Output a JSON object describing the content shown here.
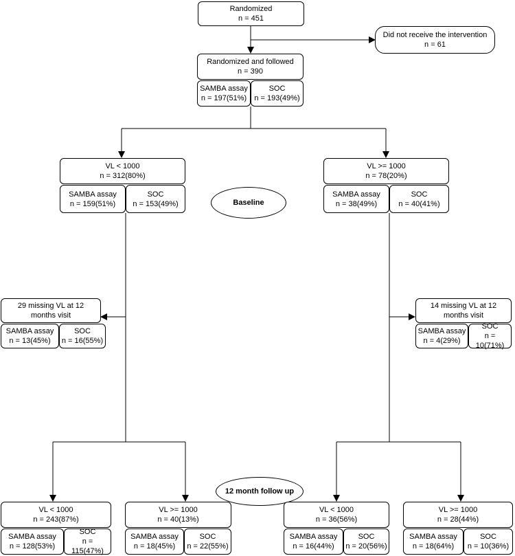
{
  "randomized": {
    "title": "Randomized",
    "n": "n = 451"
  },
  "not_received": {
    "title": "Did not receive the intervention",
    "n": "n  = 61"
  },
  "followed": {
    "title": "Randomized and followed",
    "n": "n = 390",
    "samba": "SAMBA assay",
    "samba_n": "n = 197(51%)",
    "soc": "SOC",
    "soc_n": "n = 193(49%)"
  },
  "baseline_label": "Baseline",
  "followup_label": "12 month follow up",
  "left_baseline": {
    "title": "VL < 1000",
    "n": "n = 312(80%)",
    "samba": "SAMBA assay",
    "samba_n": "n = 159(51%)",
    "soc": "SOC",
    "soc_n": "n = 153(49%)"
  },
  "right_baseline": {
    "title": "VL >= 1000",
    "n": "n = 78(20%)",
    "samba": "SAMBA assay",
    "samba_n": "n = 38(49%)",
    "soc": "SOC",
    "soc_n": "n = 40(41%)"
  },
  "left_missing": {
    "line1": "29 missing VL at 12",
    "line2": "months visit",
    "samba": "SAMBA assay",
    "samba_n": "n = 13(45%)",
    "soc": "SOC",
    "soc_n": "n = 16(55%)"
  },
  "right_missing": {
    "line1": "14 missing VL at 12",
    "line2": "months visit",
    "samba": "SAMBA assay",
    "samba_n": "n = 4(29%)",
    "soc": "SOC",
    "soc_n": "n = 10(71%)"
  },
  "fu1": {
    "title": "VL < 1000",
    "n": "n = 243(87%)",
    "samba": "SAMBA assay",
    "samba_n": "n = 128(53%)",
    "soc": "SOC",
    "soc_n": "n = 115(47%)"
  },
  "fu2": {
    "title": "VL >= 1000",
    "n": "n = 40(13%)",
    "samba": "SAMBA assay",
    "samba_n": "n = 18(45%)",
    "soc": "SOC",
    "soc_n": "n = 22(55%)"
  },
  "fu3": {
    "title": "VL < 1000",
    "n": "n = 36(56%)",
    "samba": "SAMBA assay",
    "samba_n": "n = 16(44%)",
    "soc": "SOC",
    "soc_n": "n = 20(56%)"
  },
  "fu4": {
    "title": "VL >= 1000",
    "n": "n = 28(44%)",
    "samba": "SAMBA assay",
    "samba_n": "n = 18(64%)",
    "soc": "SOC",
    "soc_n": "n = 10(36%)"
  }
}
